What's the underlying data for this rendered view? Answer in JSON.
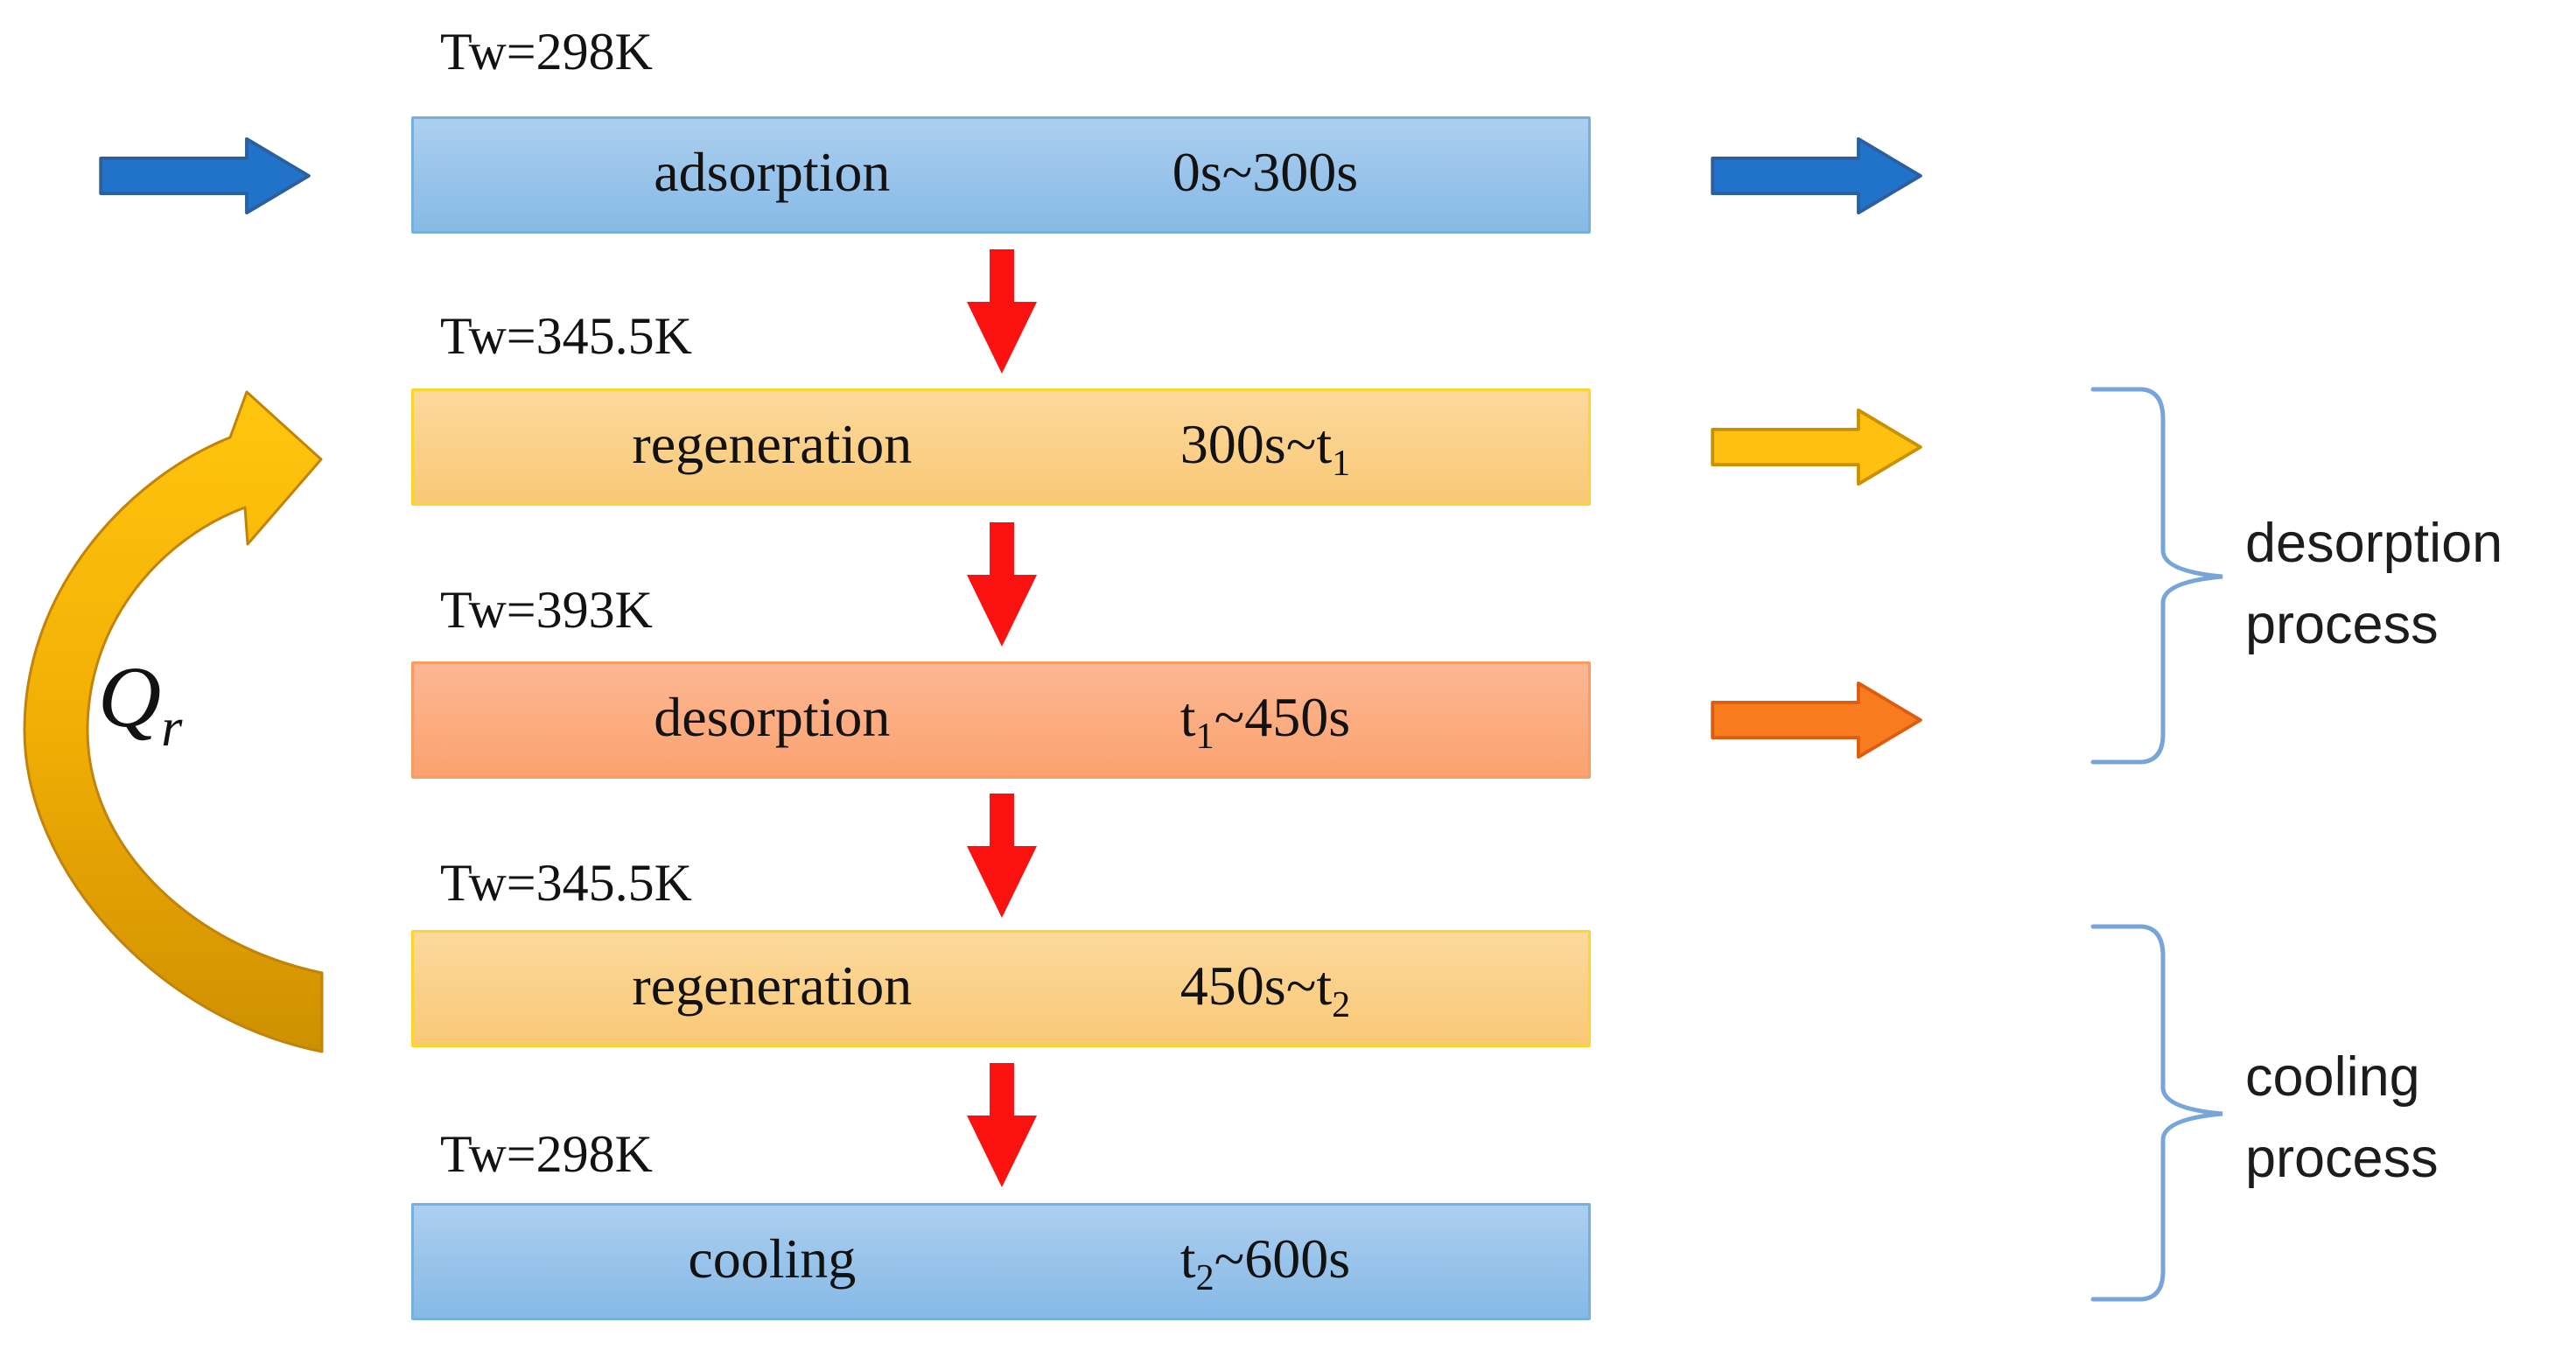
{
  "stages": [
    {
      "temp_label": "Tw=298K",
      "name": "adsorption",
      "time_pre": "0s~300s",
      "time_sub": "",
      "time_post": ""
    },
    {
      "temp_label": "Tw=345.5K",
      "name": "regeneration",
      "time_pre": "300s~t",
      "time_sub": "1",
      "time_post": ""
    },
    {
      "temp_label": "Tw=393K",
      "name": "desorption",
      "time_pre": "t",
      "time_sub": "1",
      "time_post": "~450s"
    },
    {
      "temp_label": "Tw=345.5K",
      "name": "regeneration",
      "time_pre": "450s~t",
      "time_sub": "2",
      "time_post": ""
    },
    {
      "temp_label": "Tw=298K",
      "name": "cooling",
      "time_pre": "t",
      "time_sub": "2",
      "time_post": "~600s"
    }
  ],
  "annotations": {
    "heat_recovery": {
      "symbol": "Q",
      "subscript": "r"
    },
    "desorption_process": {
      "line1": "desorption",
      "line2": "process"
    },
    "cooling_process": {
      "line1": "cooling",
      "line2": "process"
    }
  },
  "colors": {
    "adsorption_box_fill": "#98C1E9",
    "regeneration_box_fill": "#FBD28B",
    "desorption_box_fill": "#FCAF83",
    "cooling_box_fill": "#98C1E9",
    "inflow_outflow_blue_arrow": "#2173C9",
    "regeneration_out_arrow": "#FFC110",
    "desorption_out_arrow": "#F87B1E",
    "step_down_arrow": "#FA1110",
    "heat_recovery_arrow": "#EFAC04",
    "brace": "#77A5DA"
  }
}
